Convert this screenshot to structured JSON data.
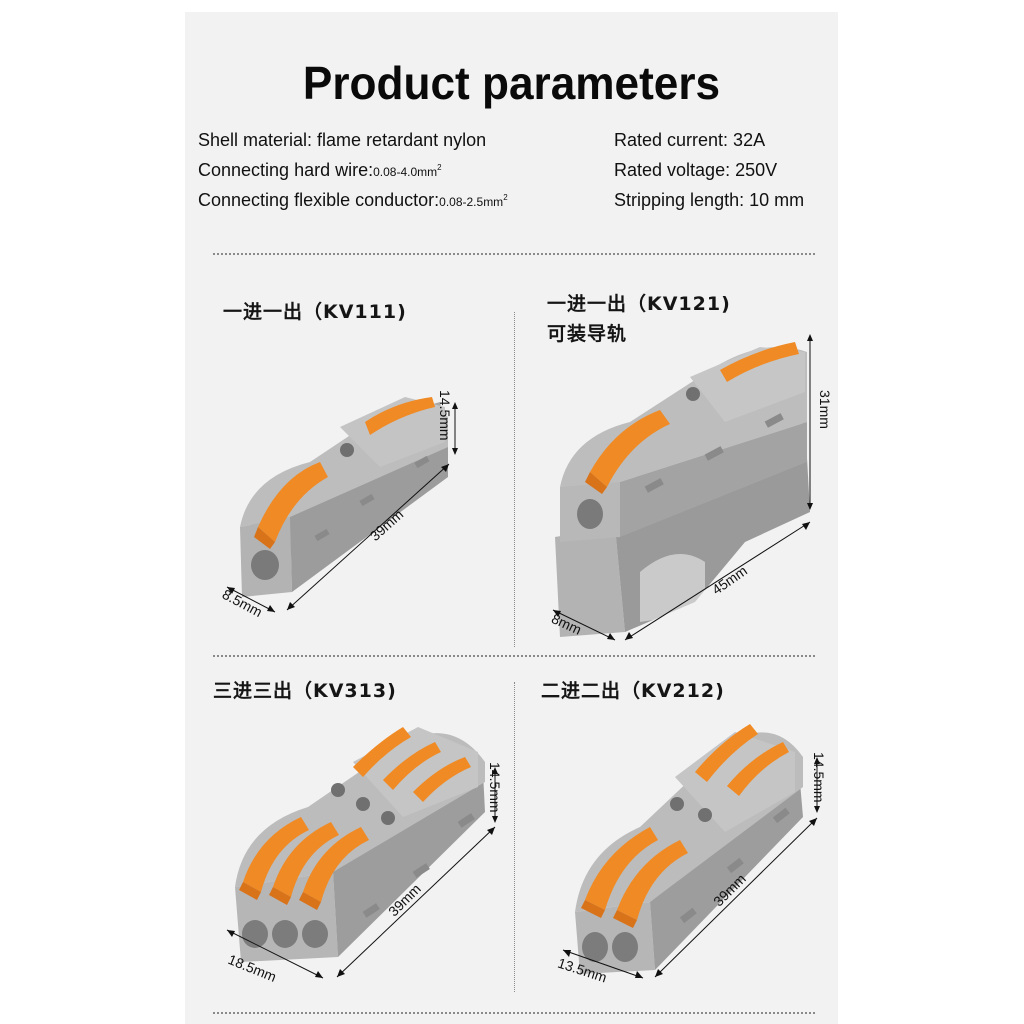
{
  "page": {
    "title": "Product parameters"
  },
  "specs": {
    "left": [
      {
        "label": "Shell material: flame retardant nylon",
        "value": "",
        "sup": ""
      },
      {
        "label": "Connecting hard wire:",
        "value": "0.08-4.0mm",
        "sup": "2"
      },
      {
        "label": "Connecting flexible conductor:",
        "value": "0.08-2.5mm",
        "sup": "2"
      }
    ],
    "right": [
      {
        "label": "Rated current: 32A"
      },
      {
        "label": "Rated voltage: 250V"
      },
      {
        "label": "Stripping length: 10 mm"
      }
    ]
  },
  "products": [
    {
      "id": "kv111",
      "label": "一进一出（KV111)",
      "sublabel": "",
      "levers": 1,
      "dims": {
        "height": "14.5mm",
        "length": "39mm",
        "width": "8.5mm"
      }
    },
    {
      "id": "kv121",
      "label": "一进一出（KV121)",
      "sublabel": "可装导轨",
      "levers": 1,
      "dims": {
        "height": "31mm",
        "length": "45mm",
        "width": "8mm"
      }
    },
    {
      "id": "kv313",
      "label": "三进三出（KV313)",
      "sublabel": "",
      "levers": 3,
      "dims": {
        "height": "14.5mm",
        "length": "39mm",
        "width": "18.5mm"
      }
    },
    {
      "id": "kv212",
      "label": "二进二出（KV212)",
      "sublabel": "",
      "levers": 2,
      "dims": {
        "height": "14.5mm",
        "length": "39mm",
        "width": "13.5mm"
      }
    }
  ],
  "colors": {
    "background": "#f2f2f2",
    "connector_body": "#b0b0b0",
    "connector_shadow": "#8f8f8f",
    "lever": "#f08a24",
    "lever_dark": "#d9731a"
  }
}
